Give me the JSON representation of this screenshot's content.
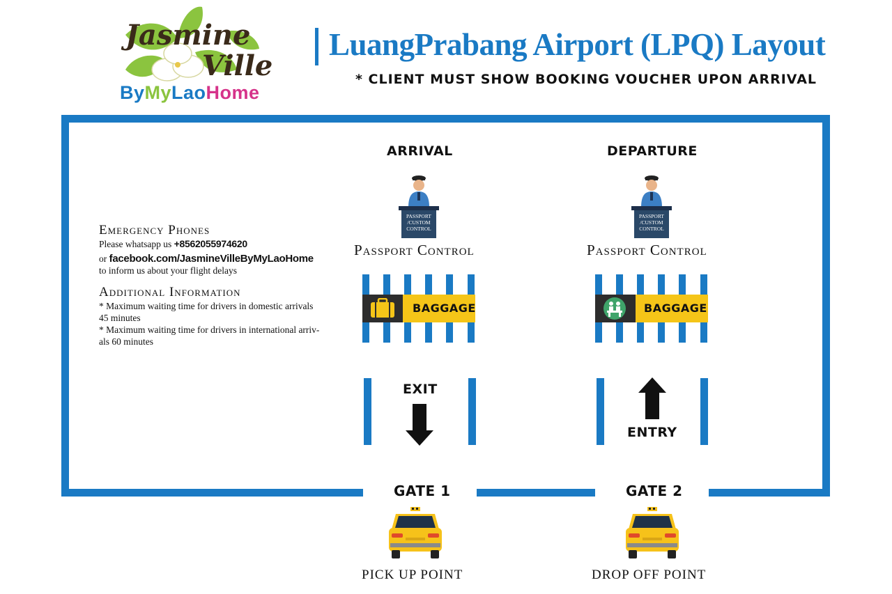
{
  "header": {
    "title": "LuangPrabang Airport (LPQ) Layout",
    "notice": "* CLIENT MUST SHOW BOOKING VOUCHER UPON ARRIVAL"
  },
  "logo": {
    "line1": "Jasmine",
    "line2": "Ville",
    "by": "By",
    "my": "My",
    "lao": "Lao",
    "home": "Home"
  },
  "info": {
    "emergency_title": "Emergency Phones",
    "line1_pre": "Please whatsapp us ",
    "line1_phone": "+8562055974620",
    "line2_pre": "or ",
    "line2_link": "facebook.com/JasmineVilleByMyLaoHome",
    "line3": "to inform us about your flight delays",
    "additional_title": "Additional Information",
    "bullet1a": "*  Maximum waiting time for drivers in domestic arrivals",
    "bullet1b": "45 minutes",
    "bullet2a": "*  Maximum waiting time for drivers in international arriv-",
    "bullet2b": "als 60 minutes"
  },
  "arrival": {
    "label": "ARRIVAL",
    "desk_text": [
      "PASSPORT",
      "/CUSTOM",
      "CONTROL"
    ],
    "passport_label": "Passport Control",
    "baggage_label": "BAGGAGE",
    "baggage_icon": "suitcase-icon",
    "exit_label": "EXIT",
    "gate_label": "GATE 1",
    "point_label": "PICK UP POINT"
  },
  "departure": {
    "label": "DEPARTURE",
    "desk_text": [
      "PASSPORT",
      "/CUSTOM",
      "CONTROL"
    ],
    "passport_label": "Passport Control",
    "baggage_label": "BAGGAGE",
    "baggage_icon": "check-in-desk-icon",
    "entry_label": "ENTRY",
    "gate_label": "GATE 2",
    "point_label": "DROP OFF POINT"
  },
  "colors": {
    "frame_blue": "#1a7ac4",
    "baggage_yellow": "#f5c518",
    "taxi_yellow": "#f6c21a",
    "logo_green": "#8bc43f",
    "logo_pink": "#d6338a"
  }
}
